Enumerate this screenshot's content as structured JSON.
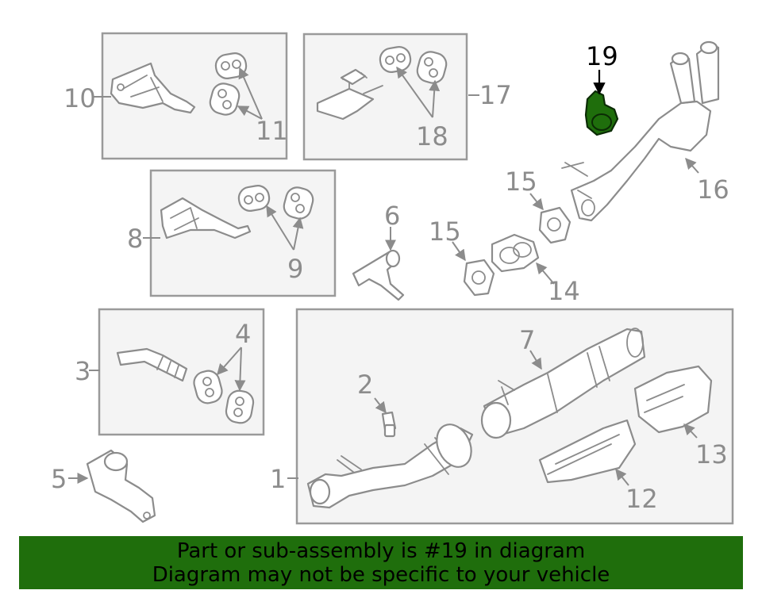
{
  "diagram": {
    "callouts": [
      "1",
      "2",
      "3",
      "4",
      "5",
      "6",
      "7",
      "8",
      "9",
      "10",
      "11",
      "12",
      "13",
      "14",
      "15",
      "15",
      "16",
      "17",
      "18",
      "19"
    ],
    "highlighted_part": "19",
    "highlight_color": "#1f6e0c"
  },
  "banner": {
    "line1": "Part or sub-assembly is #19 in diagram",
    "line2": "Diagram may not be specific to your vehicle",
    "background": "#1f6e0c"
  }
}
